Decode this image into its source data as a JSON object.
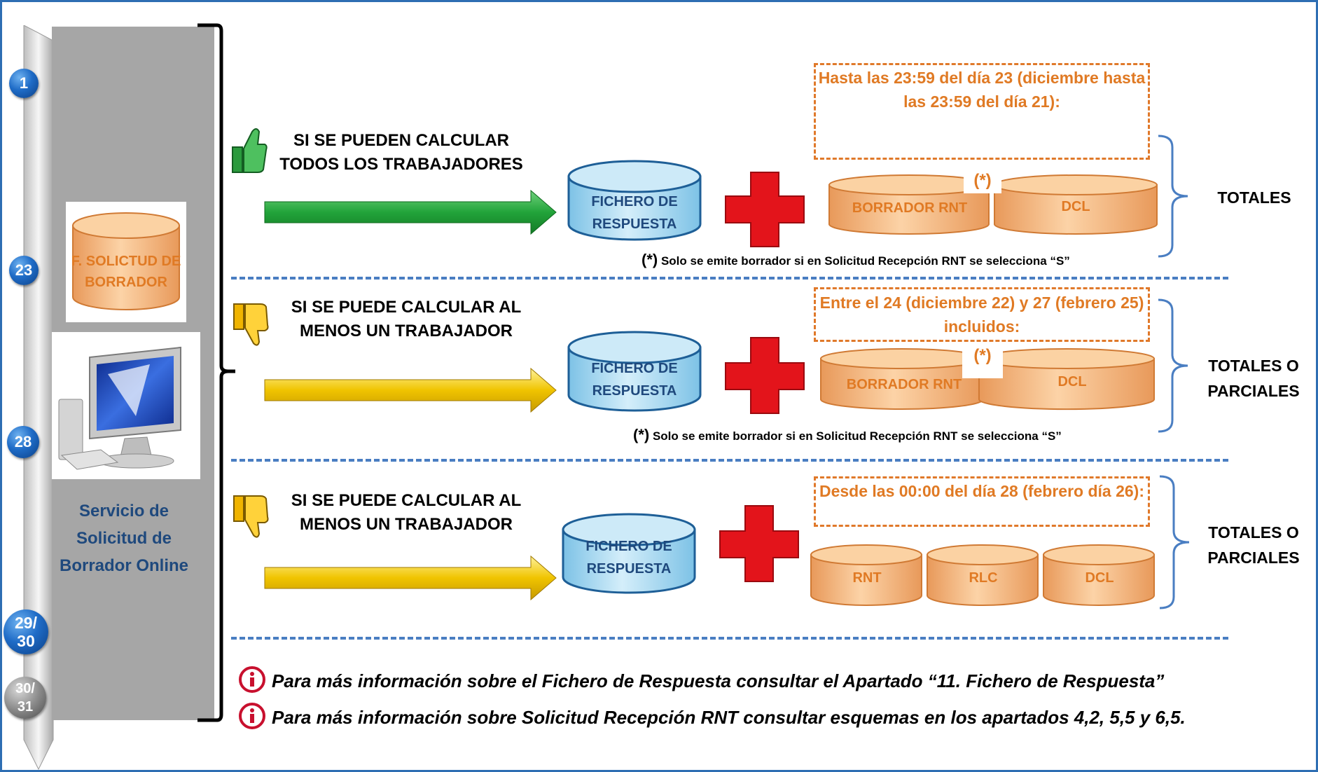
{
  "timeline": {
    "days": [
      "1",
      "23",
      "28",
      "29/\n30",
      "30/\n31"
    ]
  },
  "sidebar": {
    "db_label": "F. SOLICTUD DE BORRADOR",
    "service_label": "Servicio de Solicitud de Borrador Online"
  },
  "rows": [
    {
      "condition": "SI SE PUEDEN CALCULAR TODOS LOS TRABAJADORES",
      "thumb": "thumbs-up-icon",
      "arrow_color": "#22a43a",
      "response_db": "FICHERO DE RESPUESTA",
      "deadline": "Hasta las 23:59 del día 23 (diciembre hasta las 23:59 del día 21):",
      "outputs": [
        "BORRADOR RNT",
        "DCL"
      ],
      "star_tag": "(*)",
      "note_star": "(*)",
      "note": "Solo se emite borrador si en Solicitud Recepción RNT se selecciona “S”",
      "result": "TOTALES"
    },
    {
      "condition": "SI SE PUEDE CALCULAR AL MENOS UN TRABAJADOR",
      "thumb": "thumbs-down-icon",
      "arrow_color": "#f0c400",
      "response_db": "FICHERO DE RESPUESTA",
      "deadline": "Entre el 24 (diciembre 22) y 27 (febrero 25) incluidos:",
      "outputs": [
        "BORRADOR RNT",
        "DCL"
      ],
      "star_tag": "(*)",
      "note_star": "(*)",
      "note": "Solo se emite borrador si en Solicitud Recepción RNT se selecciona “S”",
      "result": "TOTALES O PARCIALES"
    },
    {
      "condition": "SI SE PUEDE CALCULAR  AL MENOS UN TRABAJADOR",
      "thumb": "thumbs-down-icon",
      "arrow_color": "#f0c400",
      "response_db": "FICHERO DE RESPUESTA",
      "deadline": "Desde las 00:00 del día 28 (febrero día 26):",
      "outputs": [
        "RNT",
        "RLC",
        "DCL"
      ],
      "result": "TOTALES O PARCIALES"
    }
  ],
  "info": [
    "Para más información sobre el Fichero de Respuesta consultar el Apartado “11. Fichero de Respuesta”",
    "Para más información sobre  Solicitud  Recepción RNT consultar esquemas en los apartados 4,2, 5,5 y 6,5."
  ],
  "colors": {
    "border": "#2e6eb3",
    "orange": "#e07a24",
    "green_arrow": "#22a43a",
    "yellow_arrow": "#f0c400",
    "blue_db": "#a9d8f2",
    "orange_db": "#f7c08c",
    "red_cross": "#e3141b",
    "brace_blue": "#4a7ec2"
  }
}
